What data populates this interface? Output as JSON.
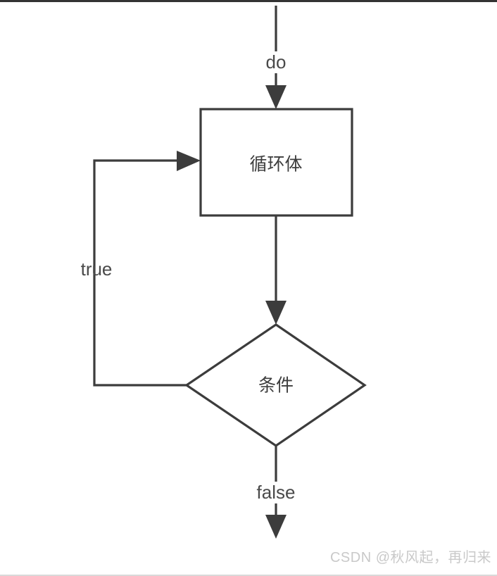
{
  "diagram": {
    "title": "do-while loop flowchart",
    "background_color": "#ffffff",
    "stroke_color": "#3c3c3c",
    "text_color": "#3d3d3d",
    "nodes": [
      {
        "id": "loop-body",
        "shape": "rectangle",
        "label": "循环体"
      },
      {
        "id": "condition",
        "shape": "diamond",
        "label": "条件"
      }
    ],
    "edge_labels": {
      "entry": "do",
      "loop_back": "true",
      "exit": "false"
    }
  },
  "watermark": {
    "text": "CSDN @秋风起，再归来",
    "color": "#c9c9c9"
  }
}
